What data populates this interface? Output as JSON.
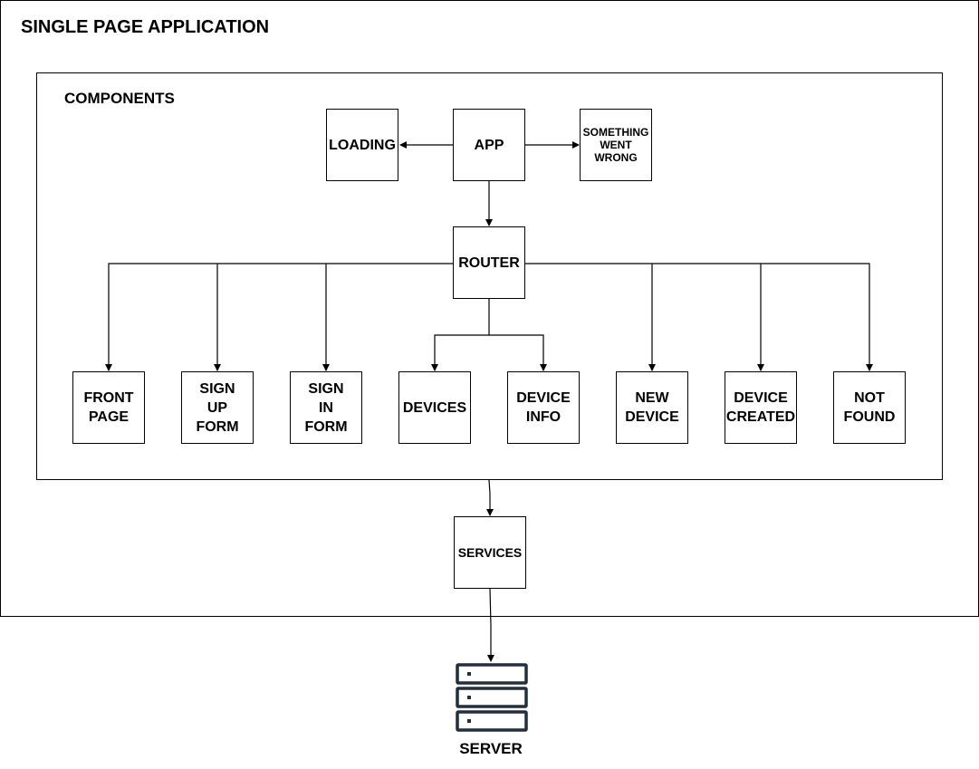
{
  "diagram": {
    "spa_title": "SINGLE PAGE APPLICATION",
    "components_title": "COMPONENTS",
    "nodes": {
      "app": "APP",
      "loading": "LOADING",
      "something_went_wrong": "SOMETHING\nWENT\nWRONG",
      "router": "ROUTER",
      "front_page": "FRONT\nPAGE",
      "sign_up_form": "SIGN\nUP\nFORM",
      "sign_in_form": "SIGN\nIN\nFORM",
      "devices": "DEVICES",
      "device_info": "DEVICE\nINFO",
      "new_device": "NEW\nDEVICE",
      "device_created": "DEVICE\nCREATED",
      "not_found": "NOT\nFOUND",
      "services": "SERVICES"
    },
    "server_label": "SERVER",
    "icons": {
      "server": "server-rack-icon"
    },
    "colors": {
      "stroke": "#000000",
      "server_icon": "#232f3e",
      "background": "#ffffff"
    }
  }
}
